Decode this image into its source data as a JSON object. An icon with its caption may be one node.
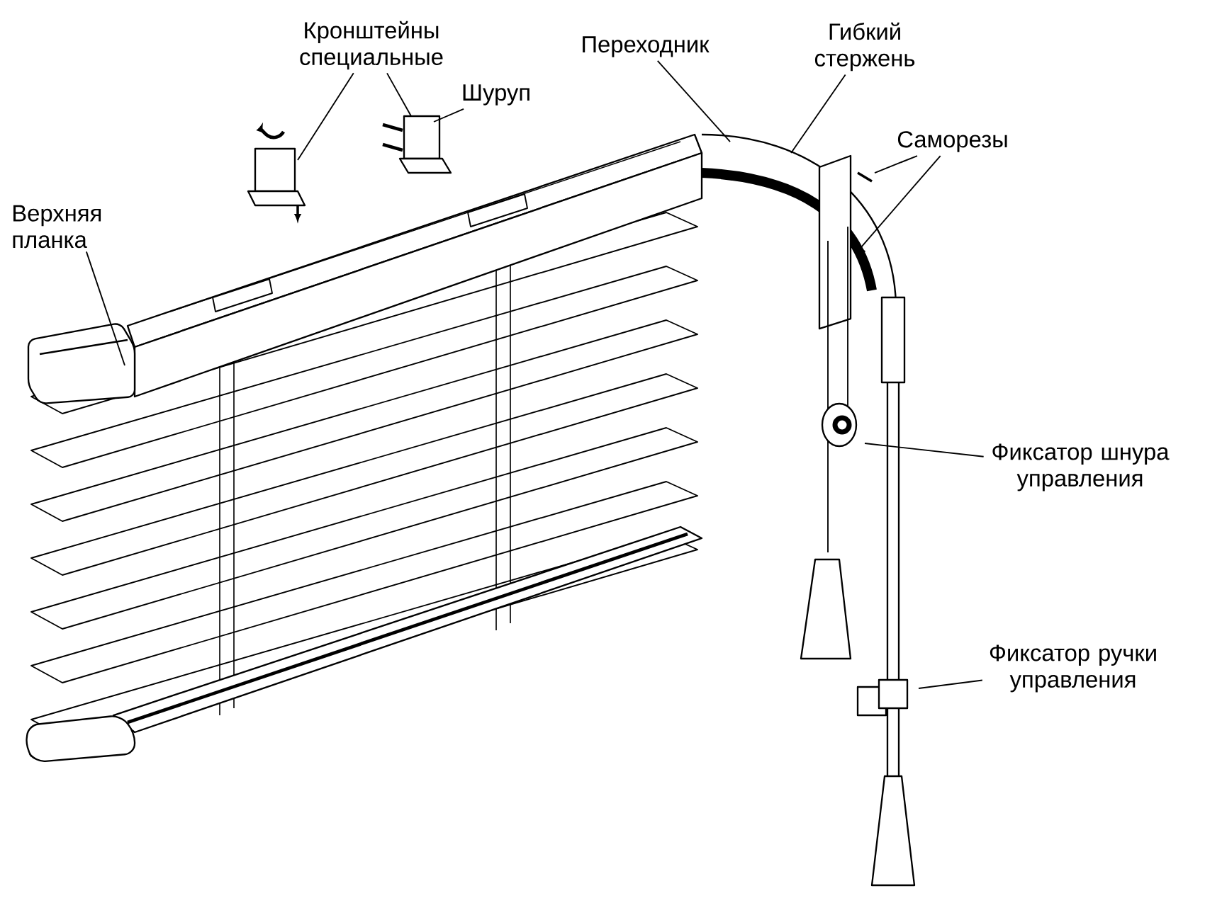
{
  "diagram": {
    "nodes": [
      {
        "text": [
          "Кронштейны специальные"
        ]
      },
      {
        "text": [
          "Шуруп"
        ]
      },
      {
        "text": [
          "Верхняя планка"
        ]
      },
      {
        "text": [
          "Переходник"
        ]
      },
      {
        "text": [
          "Гибкий стержень"
        ]
      },
      {
        "text": [
          "Саморезы"
        ]
      },
      {
        "text": [
          "Фиксатор шнура управления"
        ]
      },
      {
        "text": [
          "Фиксатор ручки управления"
        ]
      }
    ],
    "edges": [
      {
        "from": 0,
        "to": null,
        "arrow": "none"
      },
      {
        "from": 0,
        "to": null,
        "arrow": "none"
      },
      {
        "from": 1,
        "to": null,
        "arrow": "none"
      },
      {
        "from": 2,
        "to": null,
        "arrow": "none"
      },
      {
        "from": 3,
        "to": null,
        "arrow": "none"
      },
      {
        "from": 4,
        "to": null,
        "arrow": "none"
      },
      {
        "from": 5,
        "to": null,
        "arrow": "none"
      },
      {
        "from": 5,
        "to": null,
        "arrow": "none"
      },
      {
        "from": 6,
        "to": null,
        "arrow": "none"
      },
      {
        "from": 7,
        "to": null,
        "arrow": "none"
      }
    ]
  }
}
